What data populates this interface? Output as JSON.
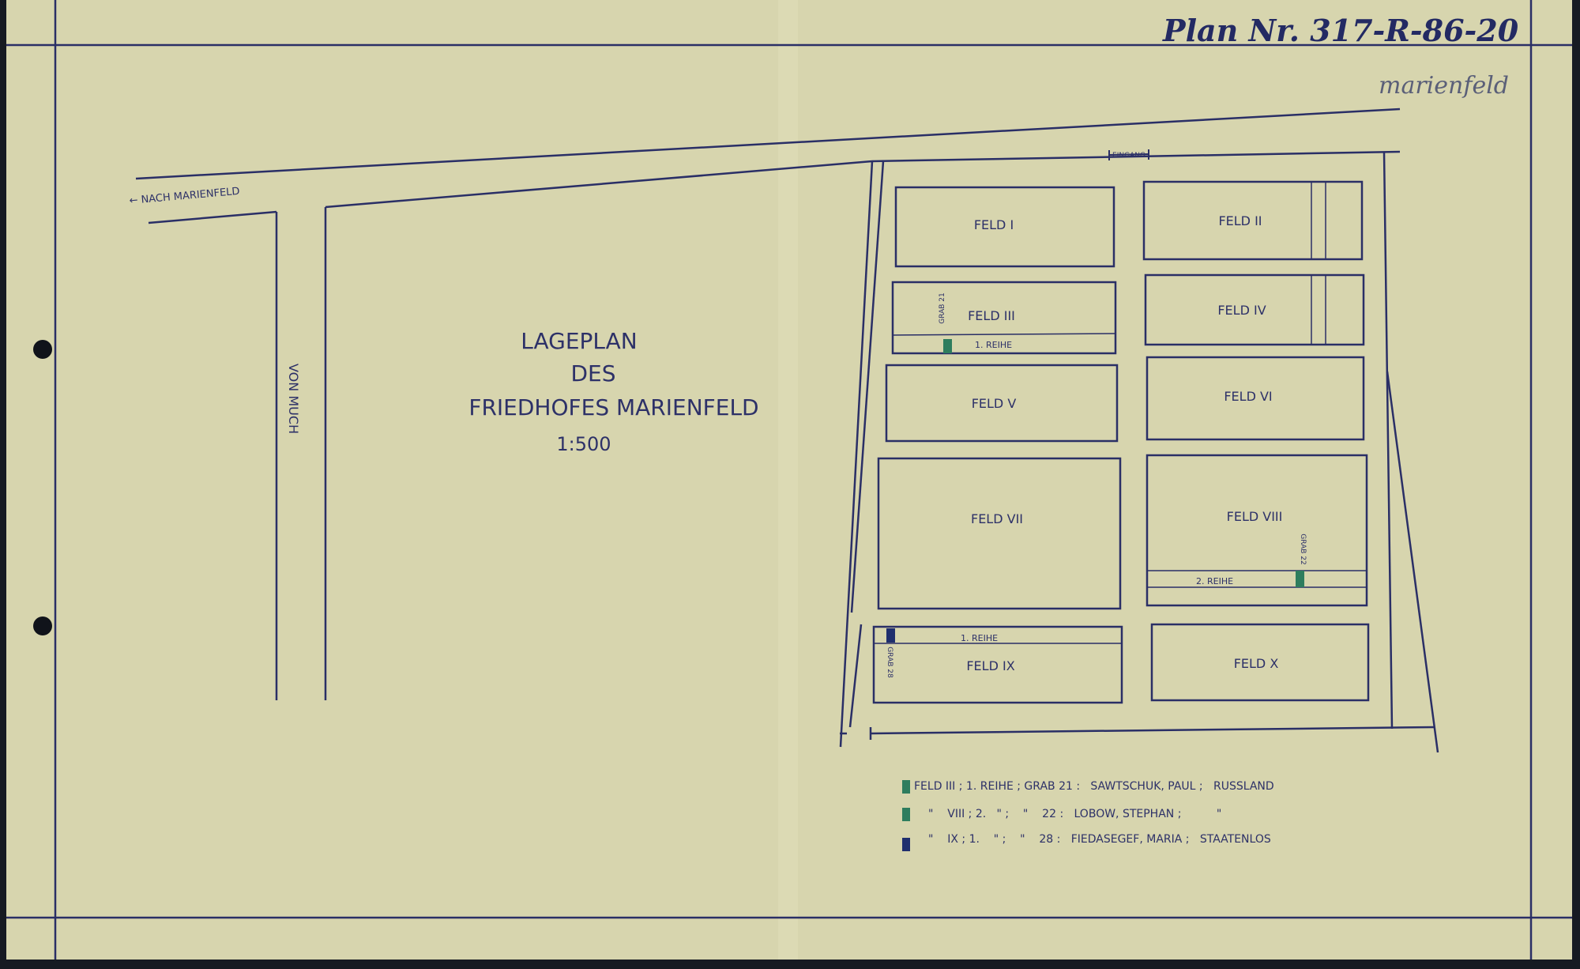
{
  "header": {
    "plan_number": "Plan Nr. 317-R-86-20",
    "place_note": "marienfeld"
  },
  "title": {
    "line1": "LAGEPLAN",
    "line2": "DES",
    "line3": "FRIEDHOFES MARIENFELD",
    "scale": "1:500"
  },
  "roads": {
    "to_marienfeld": "← NACH MARIENFELD",
    "von_much": "VON MUCH",
    "entrance": "EINGANG"
  },
  "fields": [
    {
      "id": "I",
      "label": "FELD I"
    },
    {
      "id": "II",
      "label": "FELD II"
    },
    {
      "id": "III",
      "label": "FELD III"
    },
    {
      "id": "IV",
      "label": "FELD IV"
    },
    {
      "id": "V",
      "label": "FELD V"
    },
    {
      "id": "VI",
      "label": "FELD VI"
    },
    {
      "id": "VII",
      "label": "FELD VII"
    },
    {
      "id": "VIII",
      "label": "FELD VIII"
    },
    {
      "id": "IX",
      "label": "FELD IX"
    },
    {
      "id": "X",
      "label": "FELD X"
    }
  ],
  "grave_marks": [
    {
      "field": "III",
      "row_label": "1. REIHE",
      "grave_label": "GRAB 21",
      "color": "#2e7d5e"
    },
    {
      "field": "VIII",
      "row_label": "2. REIHE",
      "grave_label": "GRAB 22",
      "color": "#2e7d5e"
    },
    {
      "field": "IX",
      "row_label": "1. REIHE",
      "grave_label": "GRAB 28",
      "color": "#1f2f6e"
    }
  ],
  "legend": [
    {
      "text": "FELD III ; 1. REIHE ; GRAB 21 :   SAWTSCHUK, PAUL ;   RUSSLAND",
      "color": "#2e7d5e"
    },
    {
      "text": "\"    VIII ; 2.   \" ;    \"    22 :   LOBOW, STEPHAN ;          \"",
      "color": "#2e7d5e"
    },
    {
      "text": "\"    IX ; 1.    \" ;    \"    28 :   FIEDASEGEF, MARIA ;   STAATENLOS",
      "color": "#1f2f6e"
    }
  ],
  "colors": {
    "paper": "#d7d5ae",
    "ink": "#2a2f66",
    "green_mark": "#2e7d5e",
    "blue_mark": "#1f2f6e"
  }
}
